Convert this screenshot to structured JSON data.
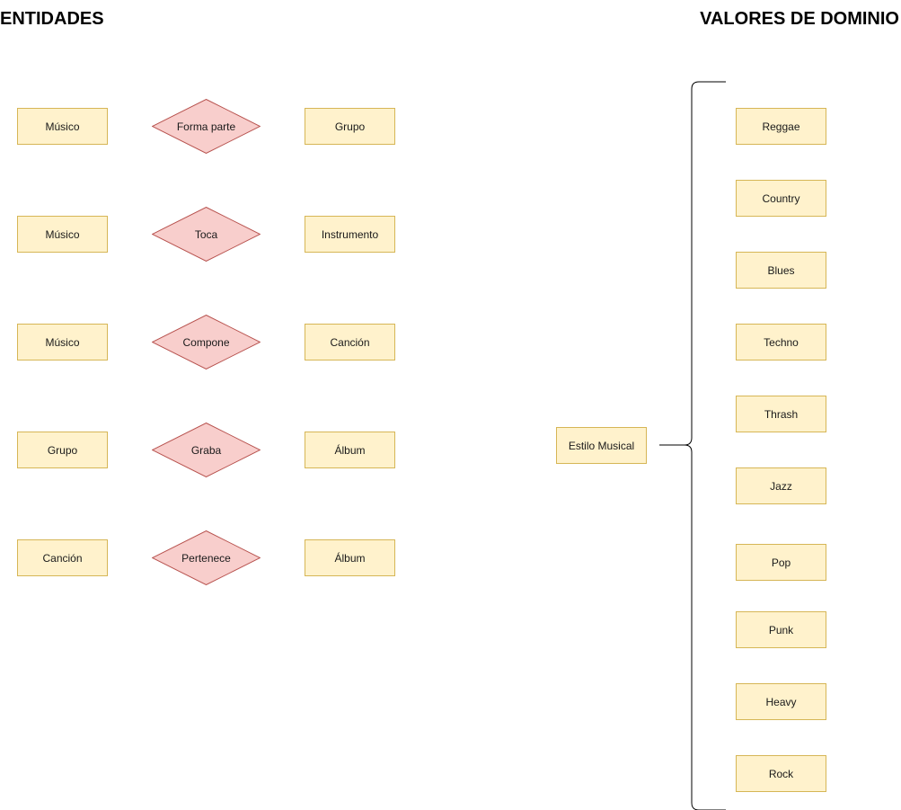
{
  "headings": {
    "left": "ENTIDADES",
    "right": "VALORES DE DOMINIO"
  },
  "colors": {
    "entity_fill": "#fff2cc",
    "entity_stroke": "#d6b656",
    "relationship_fill": "#f8cecc",
    "relationship_stroke": "#b85450"
  },
  "relationships": [
    {
      "left": "Músico",
      "relation": "Forma parte",
      "right": "Grupo"
    },
    {
      "left": "Músico",
      "relation": "Toca",
      "right": "Instrumento"
    },
    {
      "left": "Músico",
      "relation": "Compone",
      "right": "Canción"
    },
    {
      "left": "Grupo",
      "relation": "Graba",
      "right": "Álbum"
    },
    {
      "left": "Canción",
      "relation": "Pertenece",
      "right": "Álbum"
    }
  ],
  "domain": {
    "attribute": "Estilo Musical",
    "values": [
      "Reggae",
      "Country",
      "Blues",
      "Techno",
      "Thrash",
      "Jazz",
      "Pop",
      "Punk",
      "Heavy",
      "Rock"
    ]
  }
}
